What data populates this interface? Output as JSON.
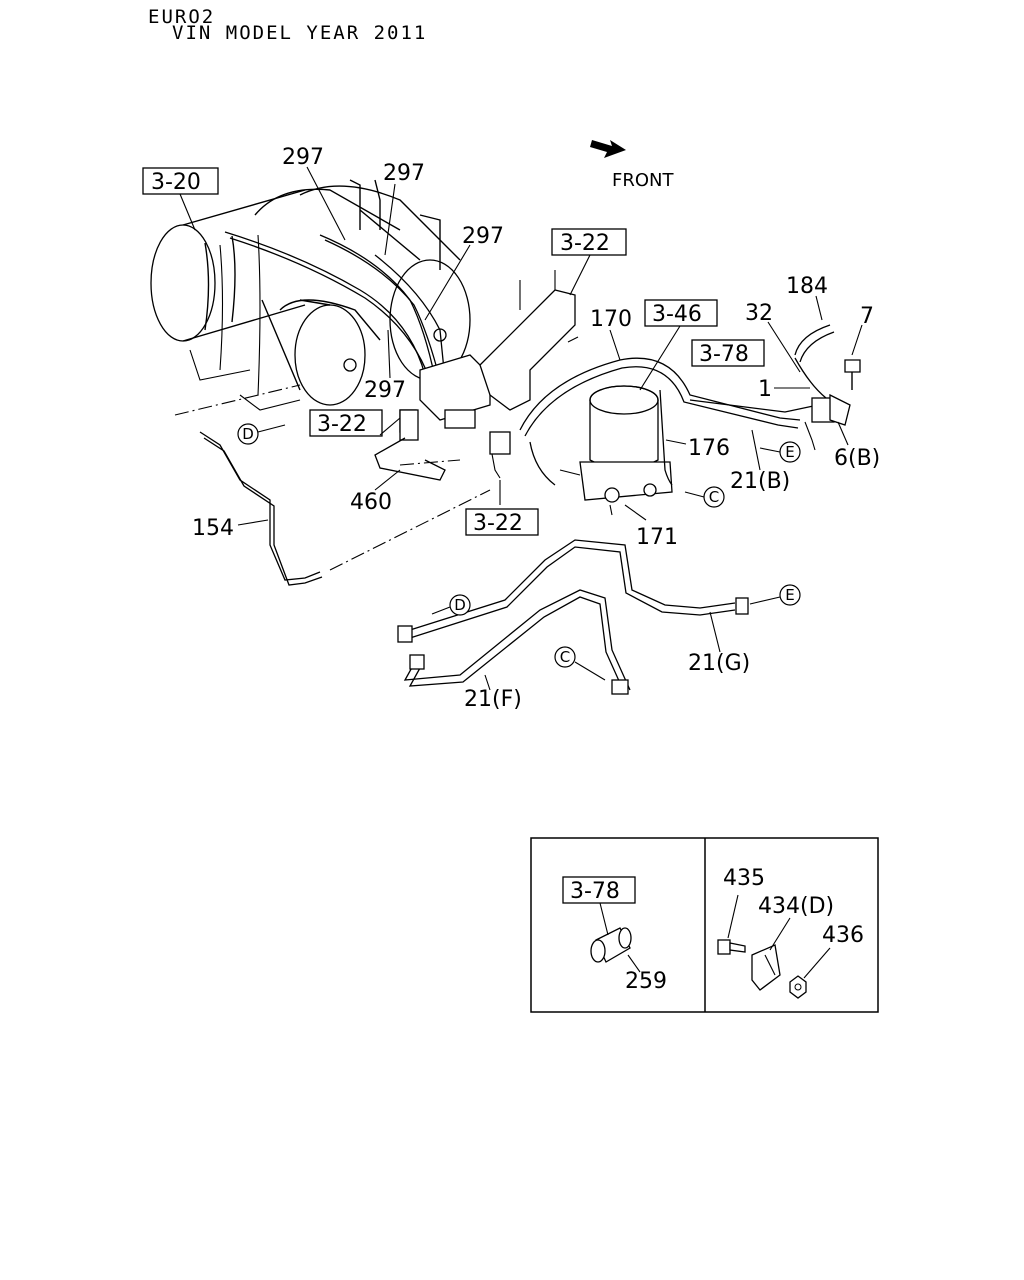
{
  "header": {
    "line1": "EURO2",
    "line2": "VIN MODEL YEAR 2011"
  },
  "direction": {
    "label": "FRONT",
    "icon": "arrow-front-icon"
  },
  "part_labels": {
    "p297_a": "297",
    "p297_b": "297",
    "p297_c": "297",
    "p297_d": "297",
    "p170": "170",
    "p184": "184",
    "p32": "32",
    "p7": "7",
    "p1": "1",
    "p176": "176",
    "p6b": "6(B)",
    "p21b": "21(B)",
    "p171": "171",
    "p460": "460",
    "p154": "154",
    "p21g": "21(G)",
    "p21f": "21(F)",
    "p259": "259",
    "p435": "435",
    "p434d": "434(D)",
    "p436": "436"
  },
  "reference_boxes": {
    "r320": "3-20",
    "r322_top": "3-22",
    "r346": "3-46",
    "r378": "3-78",
    "r322_left": "3-22",
    "r322_bottom": "3-22",
    "r378_inset": "3-78"
  },
  "connector_marks": {
    "d_top": "D",
    "e_top": "E",
    "c_top": "C",
    "d_bottom": "D",
    "e_bottom": "E",
    "c_bottom": "C"
  }
}
